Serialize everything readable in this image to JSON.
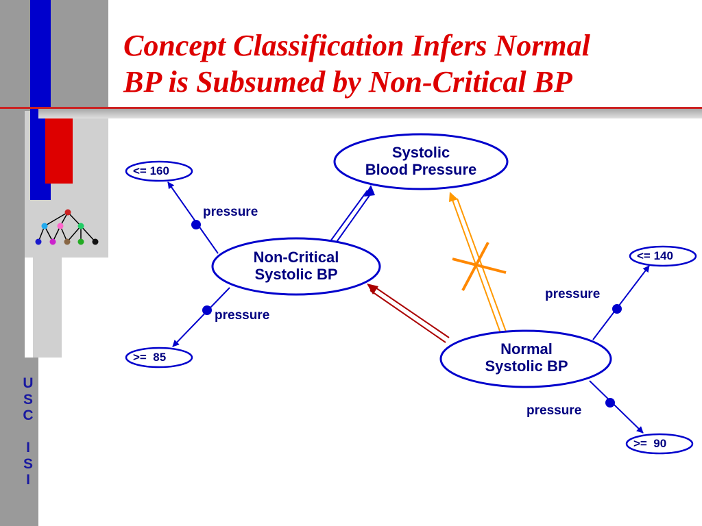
{
  "slide": {
    "title_line1": "Concept Classification Infers Normal",
    "title_line2": "BP is Subsumed by Non-Critical BP",
    "side_label": [
      "U",
      "S",
      "C",
      "",
      "I",
      "S",
      "I"
    ],
    "colors": {
      "title": "#dd0000",
      "node_stroke": "#0000cc",
      "node_text": "#000080",
      "subsumption_blue": "#0000cc",
      "subsumption_red": "#aa0000",
      "rejected_orange": "#ff9900",
      "side_blue": "#0000cc",
      "side_red": "#dd0000",
      "side_gray": "#9a9a9a"
    },
    "logo_icon": "hierarchy-tree-icon"
  },
  "diagram": {
    "nodes": {
      "systolic_bp": {
        "line1": "Systolic",
        "line2": "Blood Pressure"
      },
      "non_critical": {
        "line1": "Non-Critical",
        "line2": "Systolic BP"
      },
      "normal": {
        "line1": "Normal",
        "line2": "Systolic BP"
      }
    },
    "values": {
      "nc_upper": "<= 160",
      "nc_lower": ">=  85",
      "normal_upper": "<= 140",
      "normal_lower": ">=  90"
    },
    "roles": {
      "nc_upper_role": "pressure",
      "nc_lower_role": "pressure",
      "normal_upper_role": "pressure",
      "normal_lower_role": "pressure"
    },
    "edges": [
      {
        "from": "non_critical",
        "to": "systolic_bp",
        "kind": "subsumption"
      },
      {
        "from": "normal",
        "to": "non_critical",
        "kind": "subsumption-inferred"
      },
      {
        "from": "normal",
        "to": "systolic_bp",
        "kind": "subsumption-crossed-out"
      }
    ]
  }
}
